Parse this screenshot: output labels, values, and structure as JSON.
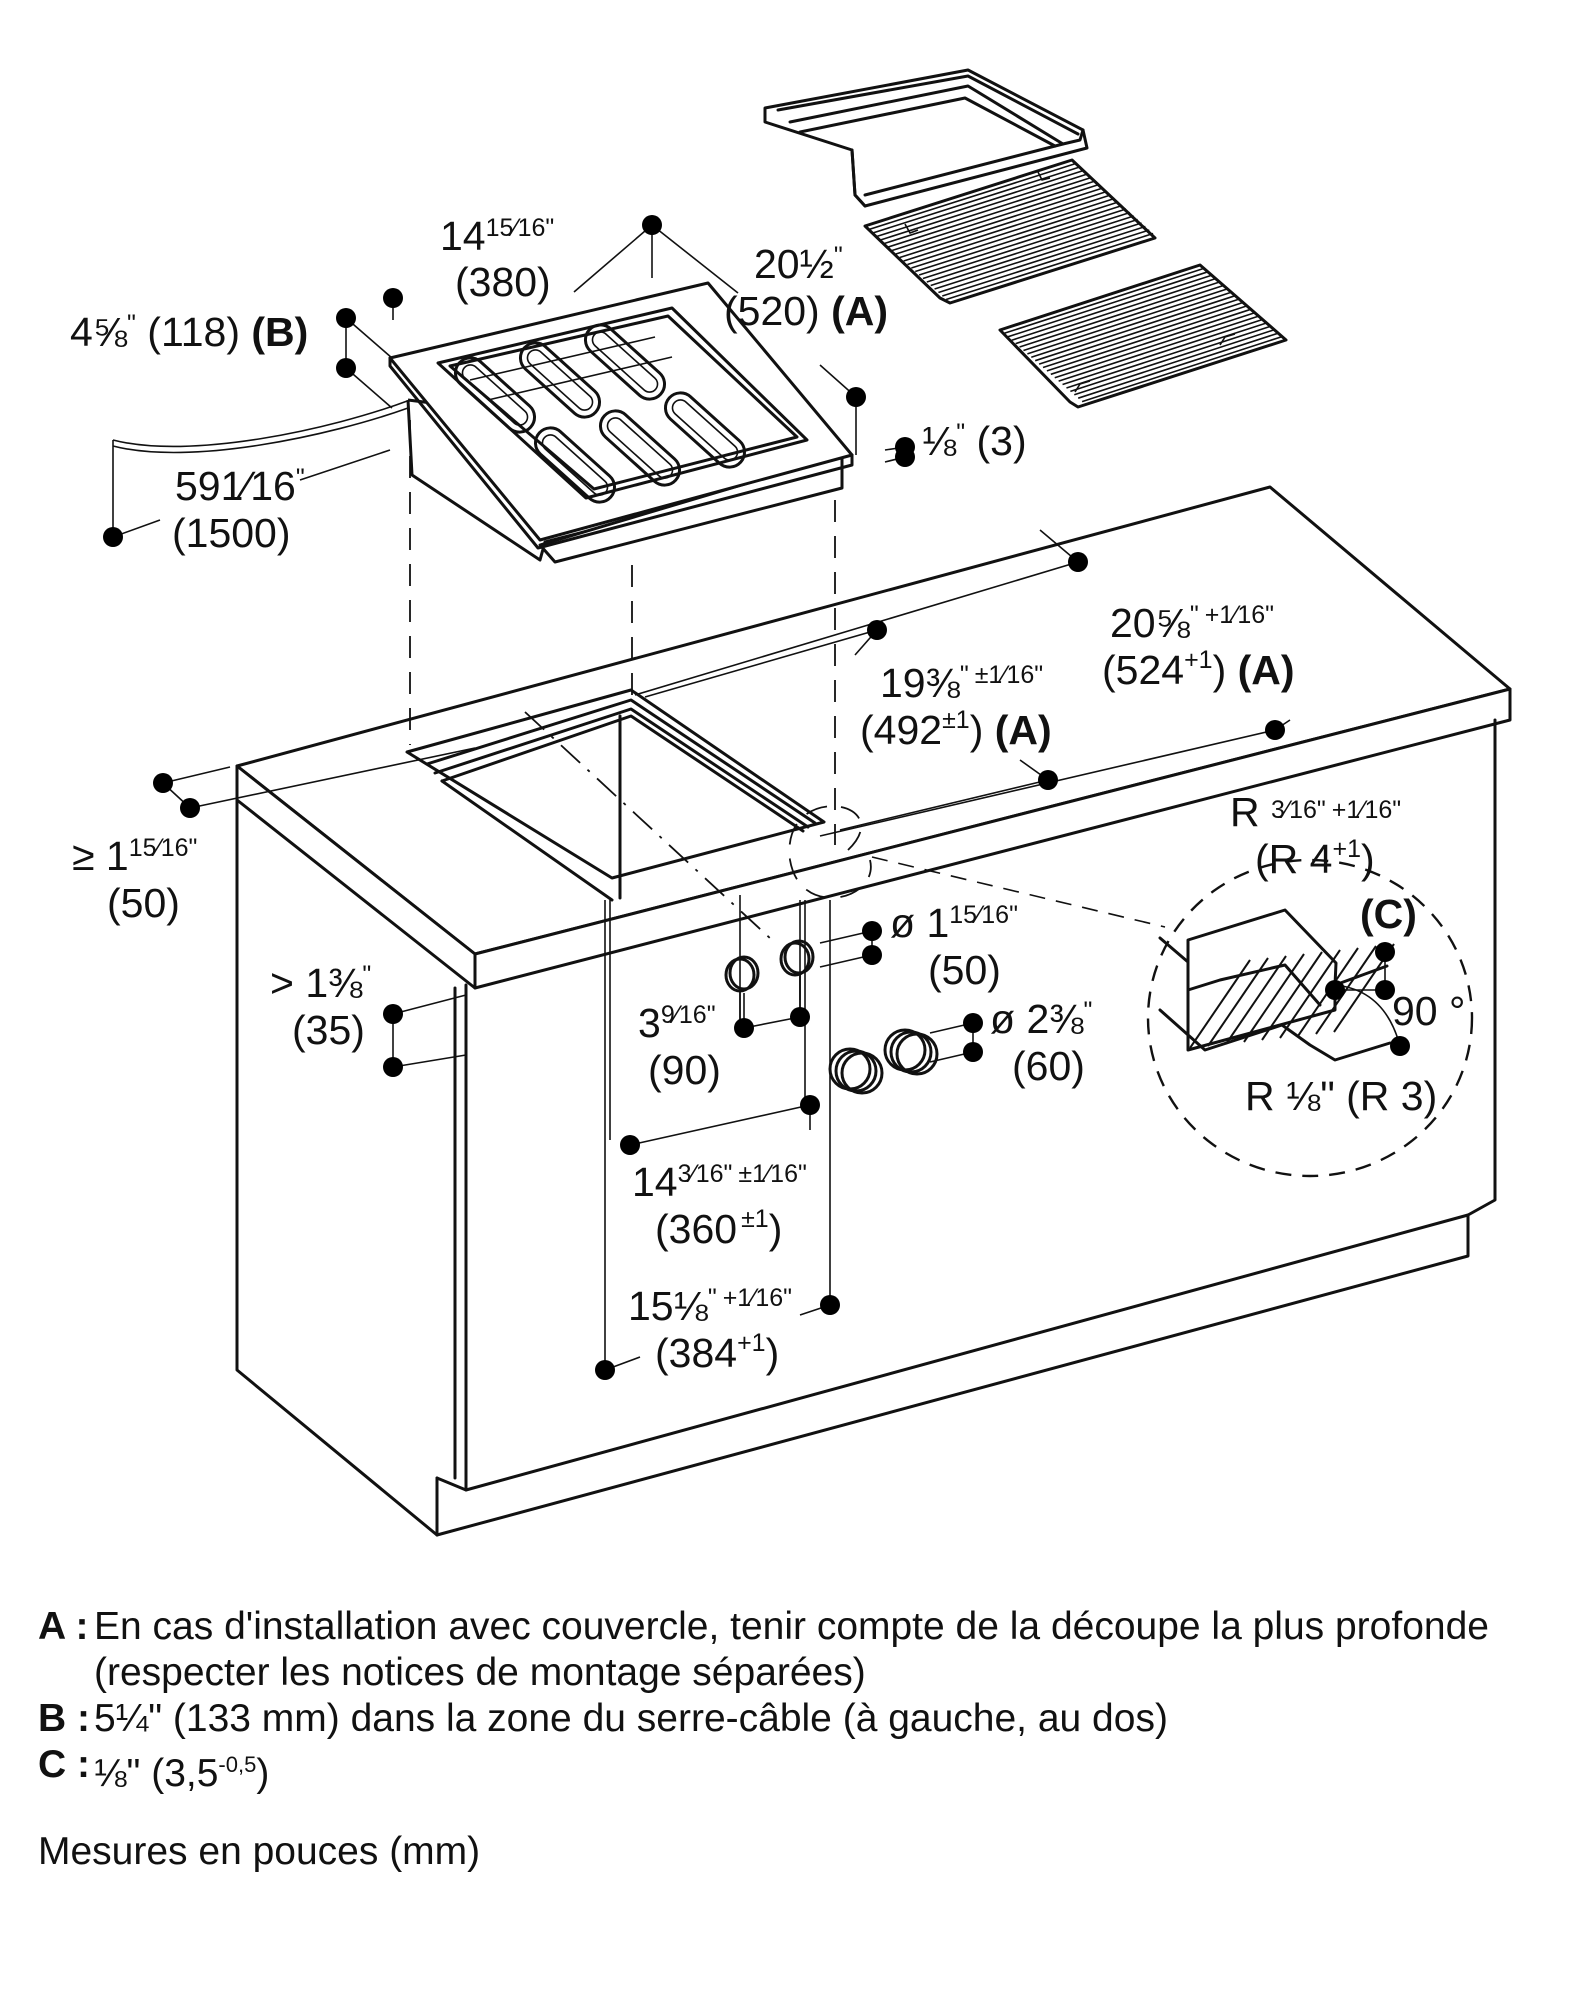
{
  "diagram": {
    "title": "Installation dimensions – built-in grill/cooktop module in countertop",
    "accessories": [
      "grill-pan",
      "grill-grate-1",
      "grill-grate-2"
    ],
    "appliance_dimensions": {
      "width": {
        "inch": "14",
        "frac": "15⁄16",
        "unit": "\"",
        "mm": "(380)"
      },
      "depth": {
        "inch": "20",
        "frac": "½",
        "unit": "\"",
        "mm": "(520)",
        "ref": "(A)"
      },
      "height": {
        "inch": "4",
        "frac": "⅝",
        "unit": "\"",
        "mm": "(118)",
        "ref": "(B)"
      },
      "cable": {
        "inch": "59",
        "frac": "1⁄16",
        "unit": "\"",
        "mm": "(1500)"
      },
      "flange": {
        "inch": "",
        "frac": "⅛",
        "unit": "\"",
        "mm": "(3)"
      }
    },
    "cutout_dimensions": {
      "depth_max": {
        "inch": "20",
        "frac": "⅝",
        "unit": "\"",
        "tol": "+1⁄16\"",
        "mm": "(524",
        "mm_tol": "+1",
        "mm_end": ")",
        "ref": "(A)"
      },
      "depth": {
        "inch": "19",
        "frac": "⅜",
        "unit": "\"",
        "tol": "±1⁄16\"",
        "mm": "(492",
        "mm_tol": "±1",
        "mm_end": ")",
        "ref": "(A)"
      },
      "front_clearance": {
        "prefix": "≥",
        "inch": "1",
        "frac": "15⁄16",
        "unit": "\"",
        "mm": "(50)"
      },
      "cabinet_clearance": {
        "prefix": ">",
        "inch": "1",
        "frac": "⅜",
        "unit": "\"",
        "mm": "(35)"
      },
      "hole_small": {
        "prefix": "ø",
        "inch": "1",
        "frac": "15⁄16",
        "unit": "\"",
        "mm": "(50)"
      },
      "hole_spacing": {
        "inch": "3",
        "frac": "9⁄16",
        "unit": "\"",
        "mm": "(90)"
      },
      "hole_large": {
        "prefix": "ø",
        "inch": "2",
        "frac": "⅜",
        "unit": "\"",
        "mm": "(60)"
      },
      "width": {
        "inch": "14",
        "frac": "3⁄16",
        "unit": "\"",
        "tol": "±1⁄16\"",
        "mm": "(360",
        "mm_tol": "±1",
        "mm_end": ")"
      },
      "width_max": {
        "inch": "15",
        "frac": "⅛",
        "unit": "\"",
        "tol": "+1⁄16\"",
        "mm": "(384",
        "mm_tol": "+1",
        "mm_end": ")"
      }
    },
    "detail_c": {
      "radius_top": {
        "prefix": "R",
        "frac": "3⁄16",
        "unit": "\"",
        "tol": "+1⁄16\"",
        "mm": "(R 4",
        "mm_tol": "+1",
        "mm_end": ")"
      },
      "ref": "(C)",
      "angle": "90 °",
      "radius_bottom": {
        "text": "R ⅛\" (R 3)"
      }
    }
  },
  "notes": [
    {
      "key": "A :",
      "text": "En cas d'installation avec couvercle, tenir compte de la découpe la plus profonde (respecter les notices de montage séparées)"
    },
    {
      "key": "B :",
      "text": "5¼\" (133 mm) dans la zone du serre-câble (à gauche, au dos)"
    },
    {
      "key": "C :",
      "text_main": "⅛\" (3,5",
      "text_sup": "-0,5",
      "text_end": ")"
    }
  ],
  "units_note": "Mesures en pouces (mm)"
}
